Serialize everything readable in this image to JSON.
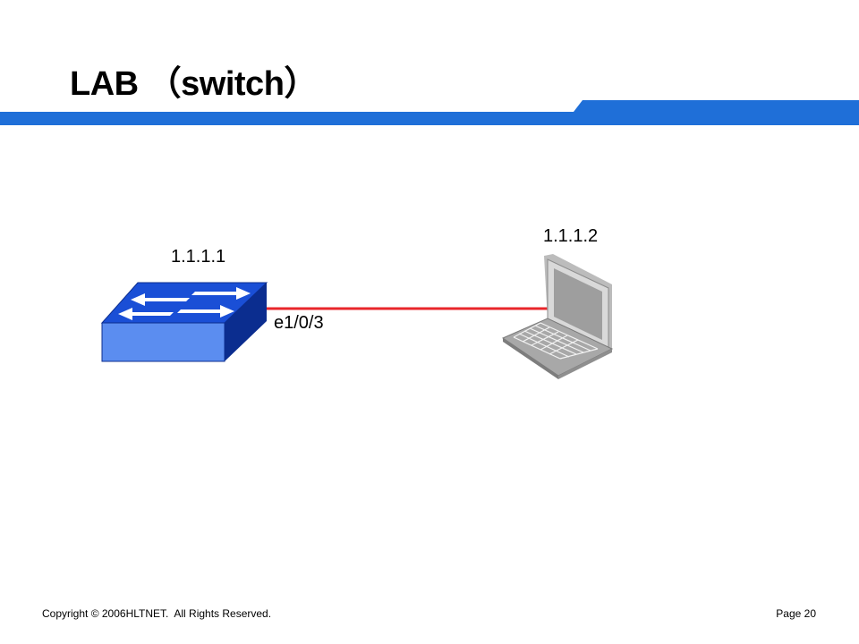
{
  "slide": {
    "title": "LAB （switch）",
    "page_label": "Page 20",
    "copyright": "Copyright © 2006HLTNET.  All Rights Reserved."
  },
  "diagram": {
    "switch": {
      "icon": "network-switch-icon",
      "ip": "1.1.1.1"
    },
    "laptop": {
      "icon": "laptop-icon",
      "ip": "1.1.1.2"
    },
    "link": {
      "port": "e1/0/3",
      "color": "#e8262b"
    }
  },
  "colors": {
    "band": "#1f6fd8",
    "switch_top": "#1a4fd6",
    "switch_front": "#5b8df0",
    "switch_side": "#0b2d8f"
  }
}
